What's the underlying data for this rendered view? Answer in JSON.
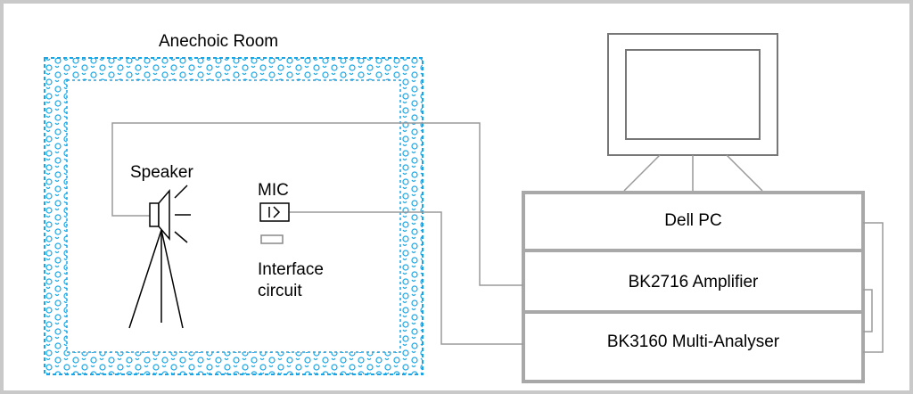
{
  "diagram": {
    "room_label": "Anechoic Room",
    "speaker_label": "Speaker",
    "mic_label": "MIC",
    "interface_label_line1": "Interface",
    "interface_label_line2": "circuit",
    "units": [
      {
        "label": "Dell PC"
      },
      {
        "label": "BK2716 Amplifier"
      },
      {
        "label": "BK3160 Multi-Analyser"
      }
    ],
    "colors": {
      "foam": "#1aa6e6",
      "wire": "#9a9a9a",
      "rack": "#a8a8a8",
      "text": "#000000"
    }
  }
}
